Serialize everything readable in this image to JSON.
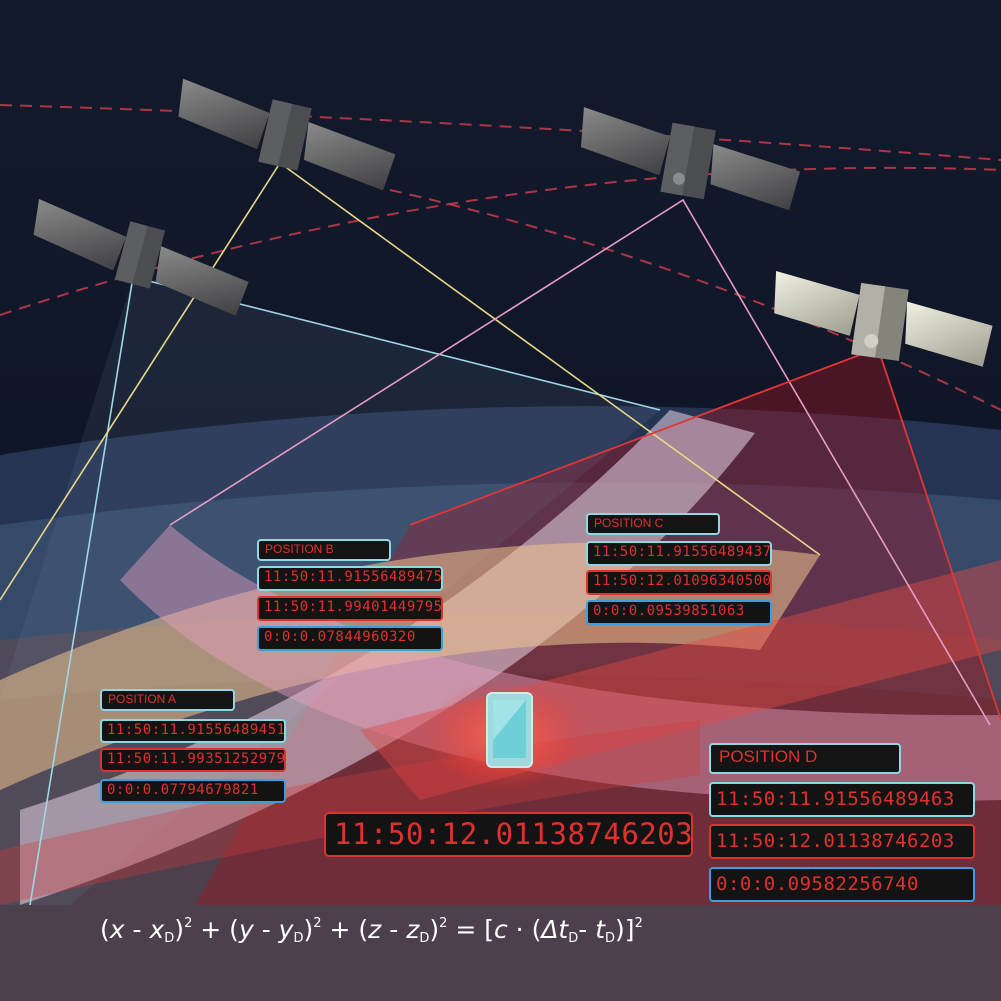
{
  "colors": {
    "background": "#0f1628",
    "readout_red": "#e0312f",
    "border_cyan": "#8fd8e3",
    "border_blue": "#3a9fe0",
    "satellite_a_signal": "#9fd6e6",
    "satellite_b_signal": "#e8d888",
    "satellite_c_signal": "#e89cc4",
    "satellite_d_signal": "#e23636"
  },
  "satellites": [
    {
      "id": "A",
      "icon": "satellite-icon"
    },
    {
      "id": "B",
      "icon": "satellite-icon"
    },
    {
      "id": "C",
      "icon": "satellite-icon"
    },
    {
      "id": "D",
      "icon": "satellite-icon"
    }
  ],
  "receiver": {
    "icon": "smartphone-icon"
  },
  "positions": {
    "a": {
      "label": "POSITION A",
      "sent": "11:50:11.91556489451",
      "received": "11:50:11.99351252979",
      "delta": "0:0:0.07794679821"
    },
    "b": {
      "label": "POSITION B",
      "sent": "11:50:11.91556489475",
      "received": "11:50:11.99401449795",
      "delta": "0:0:0.07844960320"
    },
    "c": {
      "label": "POSITION C",
      "sent": "11:50:11.91556489437",
      "received": "11:50:12.01096340500",
      "delta": "0:0:0.09539851063"
    },
    "d": {
      "label": "POSITION D",
      "sent": "11:50:11.91556489463",
      "received": "11:50:12.01138746203",
      "delta": "0:0:0.09582256740"
    }
  },
  "receiver_clock": "11:50:12.01138746203",
  "formula": {
    "x": "x",
    "xd": "D",
    "y": "y",
    "yd": "D",
    "z": "z",
    "zd": "D",
    "c": "c",
    "dt": "Δt",
    "dtd": "D",
    "t": "t",
    "td": "D",
    "exp": "2"
  }
}
